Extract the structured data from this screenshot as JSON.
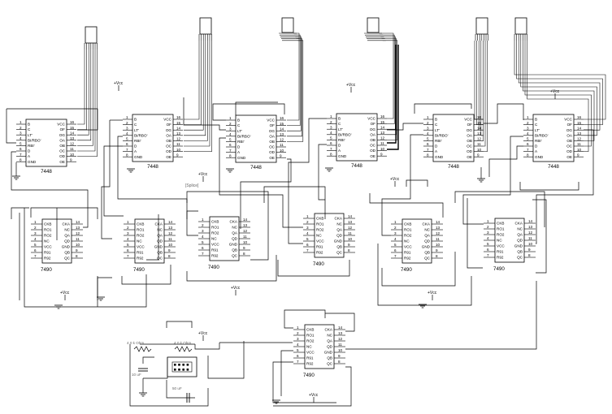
{
  "decoders": [
    {
      "part": "7448"
    },
    {
      "part": "7448"
    },
    {
      "part": "7448"
    },
    {
      "part": "7448"
    },
    {
      "part": "7448"
    },
    {
      "part": "7448"
    }
  ],
  "counters": [
    {
      "part": "7490"
    },
    {
      "part": "7490"
    },
    {
      "part": "7490"
    },
    {
      "part": "7490"
    },
    {
      "part": "7490"
    },
    {
      "part": "7490"
    },
    {
      "part": "7490"
    }
  ],
  "decoder_pins_left": [
    {
      "num": "1",
      "name": "B"
    },
    {
      "num": "2",
      "name": "C"
    },
    {
      "num": "3",
      "name": "LT'"
    },
    {
      "num": "4",
      "name": "BI/RBO'"
    },
    {
      "num": "5",
      "name": "RBI'"
    },
    {
      "num": "6",
      "name": "D"
    },
    {
      "num": "7",
      "name": "A"
    },
    {
      "num": "8",
      "name": "GND"
    }
  ],
  "decoder_pins_right": [
    {
      "num": "16",
      "name": "VCC"
    },
    {
      "num": "15",
      "name": "OF"
    },
    {
      "num": "14",
      "name": "OG"
    },
    {
      "num": "13",
      "name": "OA"
    },
    {
      "num": "12",
      "name": "OB"
    },
    {
      "num": "11",
      "name": "OC"
    },
    {
      "num": "10",
      "name": "OD"
    },
    {
      "num": "9",
      "name": "OE"
    }
  ],
  "counter_pins_left": [
    {
      "num": "1",
      "name": "CKB"
    },
    {
      "num": "2",
      "name": "RO1"
    },
    {
      "num": "3",
      "name": "RO2"
    },
    {
      "num": "4",
      "name": "NC"
    },
    {
      "num": "5",
      "name": "VCC"
    },
    {
      "num": "6",
      "name": "R91"
    },
    {
      "num": "7",
      "name": "R92"
    }
  ],
  "counter_pins_right": [
    {
      "num": "14",
      "name": "CKA"
    },
    {
      "num": "13",
      "name": "NC"
    },
    {
      "num": "12",
      "name": "QA"
    },
    {
      "num": "11",
      "name": "QD"
    },
    {
      "num": "10",
      "name": "GND"
    },
    {
      "num": "9",
      "name": "QB"
    },
    {
      "num": "8",
      "name": "QC"
    }
  ],
  "power_label": "+Vcc",
  "splice_label": "[Splice]",
  "resistors": [
    {
      "label": "4.0 k Ohm"
    },
    {
      "label": "4.0 k Ohm"
    }
  ],
  "capacitors": [
    {
      "label": "10 uF"
    },
    {
      "label": "50 uF"
    }
  ]
}
